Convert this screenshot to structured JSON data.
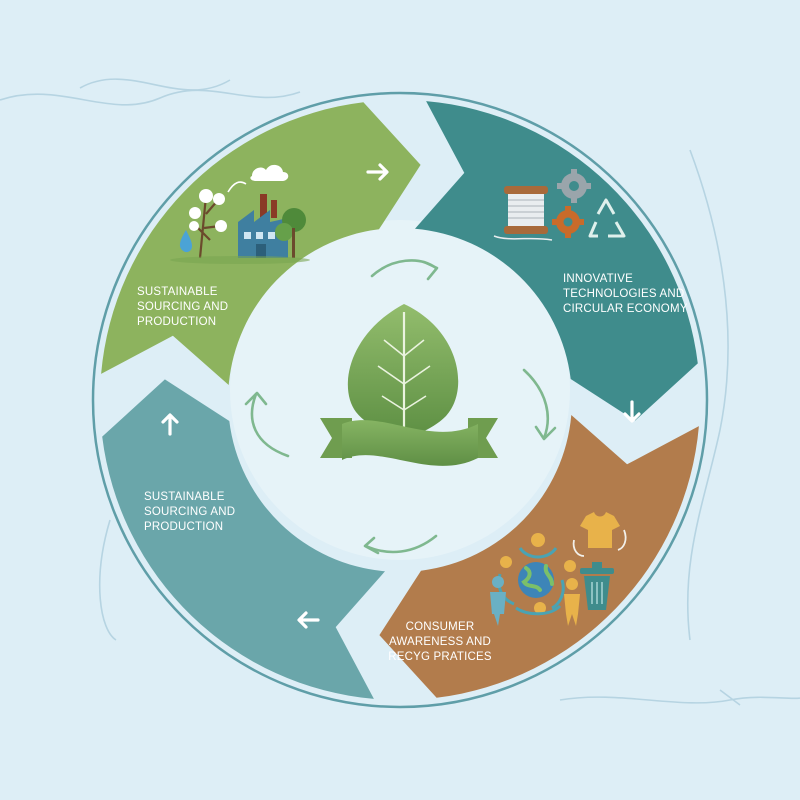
{
  "segments": [
    {
      "id": "top-left",
      "lines": [
        "SUSTAINABLE",
        "SOURCING AND",
        "PRODUCTION"
      ],
      "color": "#8db35e"
    },
    {
      "id": "top-right",
      "lines": [
        "INNOVATIVE",
        "TECHNOLOGIES AND",
        "CIRCULAR ECONOMY"
      ],
      "color": "#3f8c8c"
    },
    {
      "id": "bottom-right",
      "lines": [
        "CONSUMER",
        "AWARENESS AND",
        "RECYG PRATICES"
      ],
      "color": "#b27c4c"
    },
    {
      "id": "bottom-left",
      "lines": [
        "SUSTAINABLE",
        "SOURCING AND",
        "PRODUCTION"
      ],
      "color": "#6aa6aa"
    }
  ],
  "colors": {
    "background": "#ddeef6",
    "ring_outline": "#5f9ea8",
    "inner_circle": "#e6f3f8",
    "leaf": "#7fa95a",
    "cycle_arrows": "#7fb88f"
  },
  "icons": [
    "cotton-plant-icon",
    "factory-icon",
    "tree-icon",
    "water-drop-icon",
    "cloud-icon",
    "thread-spool-icon",
    "gear-icon",
    "recycle-icon",
    "t-shirt-icon",
    "globe-icon",
    "people-circle-icon",
    "recycling-bin-icon",
    "leaf-icon",
    "ribbon-banner-icon"
  ]
}
